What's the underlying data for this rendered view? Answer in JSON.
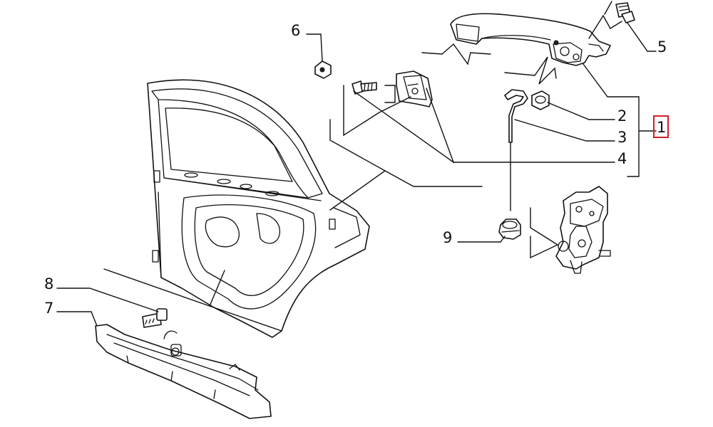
{
  "callouts": [
    {
      "id": "1",
      "label": "1"
    },
    {
      "id": "2",
      "label": "2"
    },
    {
      "id": "3",
      "label": "3"
    },
    {
      "id": "4",
      "label": "4"
    },
    {
      "id": "5",
      "label": "5"
    },
    {
      "id": "6",
      "label": "6"
    },
    {
      "id": "7",
      "label": "7"
    },
    {
      "id": "8",
      "label": "8"
    },
    {
      "id": "9",
      "label": "9"
    }
  ],
  "highlight_color": "#d0202a"
}
